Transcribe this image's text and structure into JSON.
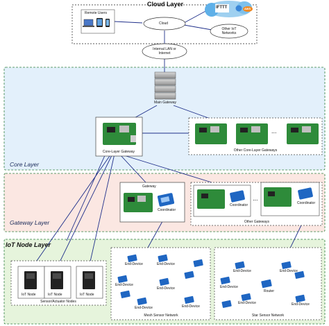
{
  "colors": {
    "core_fill": "#e3f0fb",
    "gateway_fill": "#fbe7e2",
    "iot_fill": "#e6f4dc",
    "link": "#1f2f8a",
    "pi_green": "#2e8b3a",
    "xbee_blue": "#1f66c2"
  },
  "logos": {
    "ifttt": "IFTTT",
    "aws": "AWS"
  },
  "cloud_layer": {
    "title": "Cloud Layer",
    "cloud_label": "Cloud",
    "remote_users": "Remote Users",
    "other_iot": "Other IoT\nNetworks",
    "internet": "Internal LAN or\nInternet"
  },
  "core_layer": {
    "title": "Core Layer",
    "main_gateway": "Main Gateway",
    "core_gateway": "Core-Layer Gateway",
    "other_core": "Other Core-Layer Gateways",
    "ellipsis": "..."
  },
  "gateway_layer": {
    "title": "Gateway Layer",
    "gateway": "Gateway",
    "coordinator": "Coordinator",
    "coordinator_2": "Coordinator",
    "coordinator_3": "Coordinator",
    "other_gateways": "Other Gateways",
    "ellipsis": "..."
  },
  "iot_layer": {
    "title": "IoT Node Layer",
    "iot_node": "IoT Node",
    "sensor_nodes": "Sensor/Actuator Nodes",
    "end_device": "End-Device",
    "mesh_network": "Mesh Sensor Network",
    "star_network": "Star Sensor Network",
    "router": "Router"
  }
}
